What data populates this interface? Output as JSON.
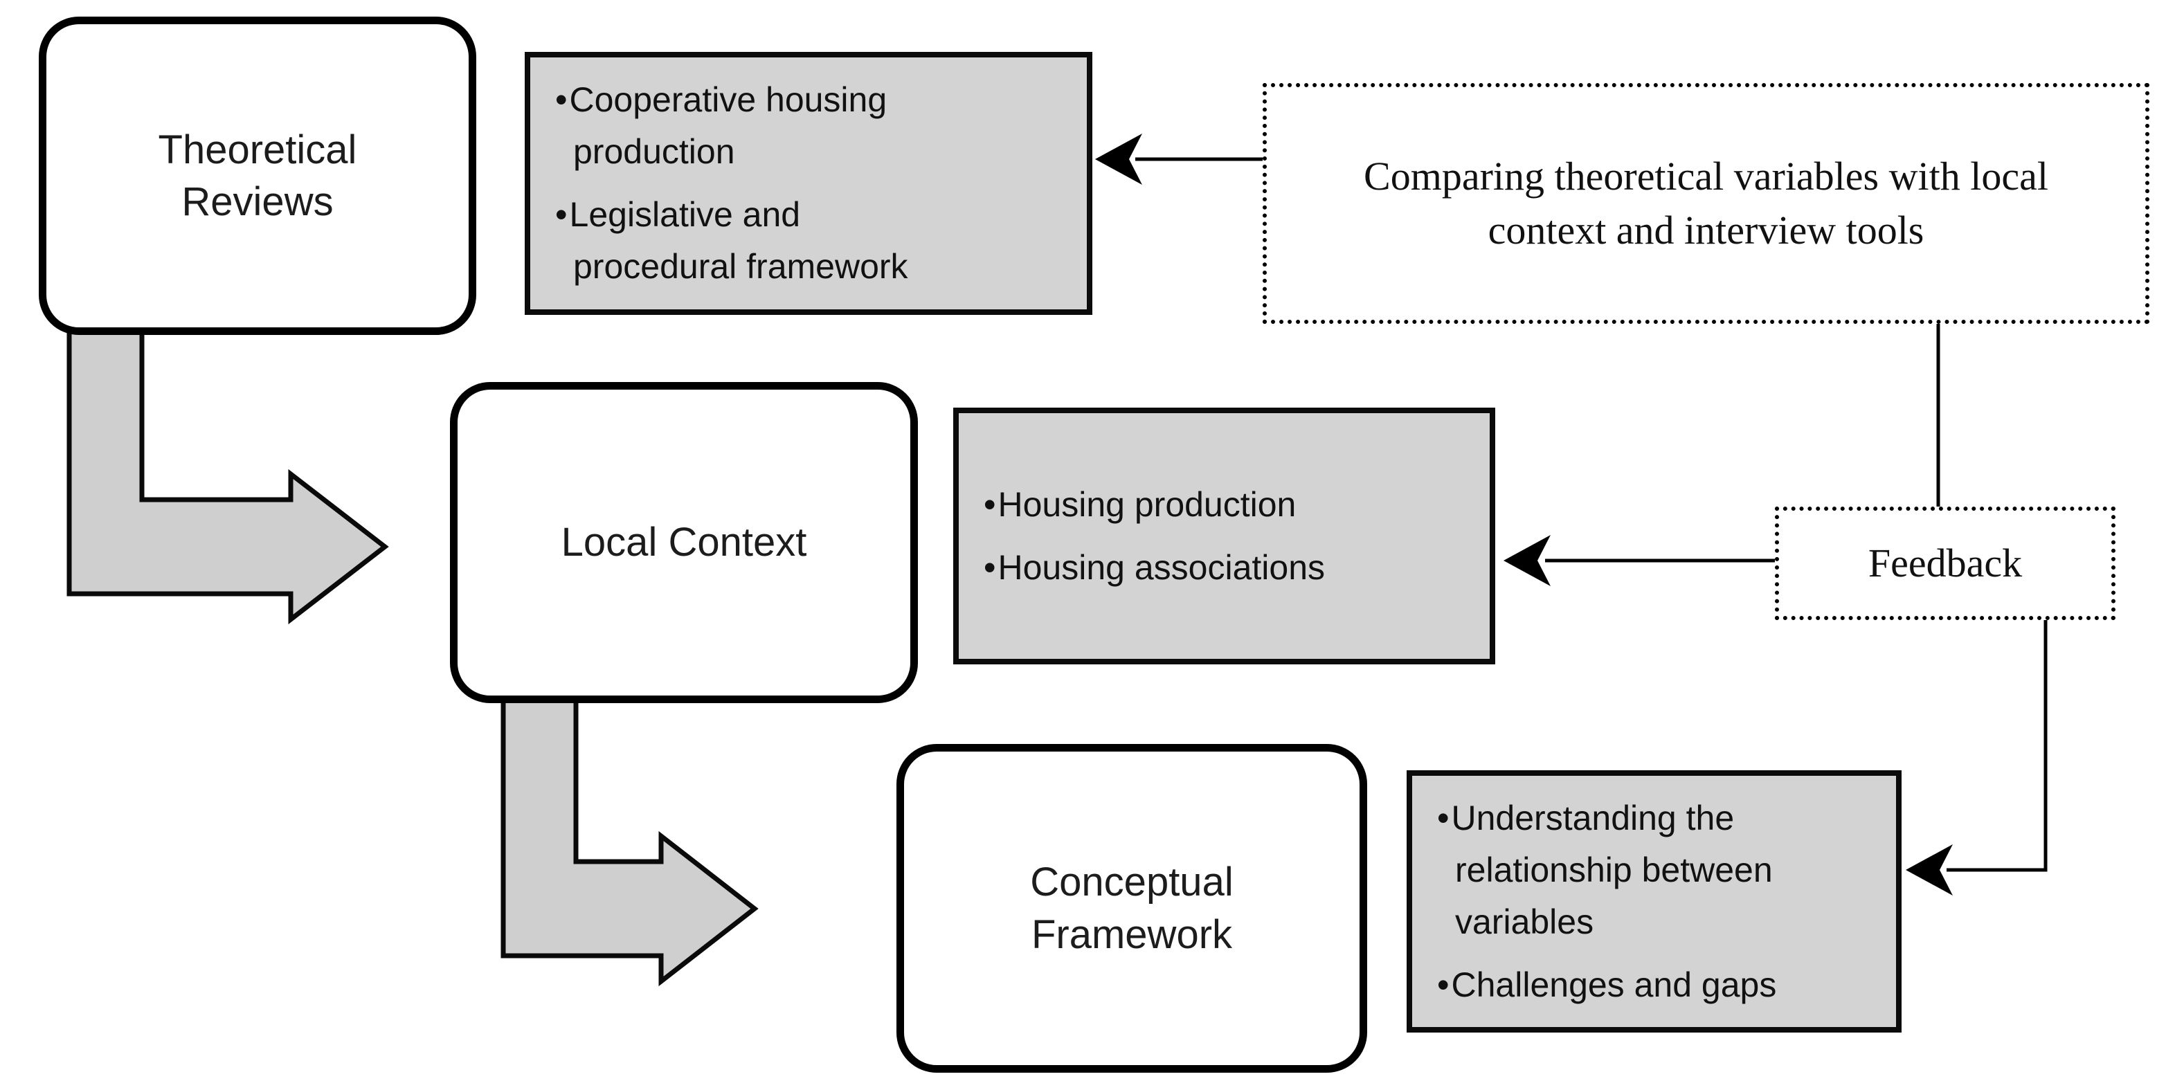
{
  "colors": {
    "gray_fill": "#d3d3d3",
    "arrow_fill": "#cfcfcf",
    "line_color": "#000000",
    "background": "#ffffff"
  },
  "nodes": {
    "theoretical_reviews": {
      "label": "Theoretical Reviews"
    },
    "local_context": {
      "label": "Local Context"
    },
    "conceptual_framework": {
      "label": "Conceptual Framework"
    },
    "comparing": {
      "label": "Comparing theoretical variables with local context and interview tools"
    },
    "feedback": {
      "label": "Feedback"
    },
    "theoretical_outputs": {
      "items": [
        "Cooperative housing production",
        "Legislative and procedural framework"
      ]
    },
    "local_outputs": {
      "items": [
        "Housing production",
        "Housing associations"
      ]
    },
    "conceptual_outputs": {
      "items": [
        "Understanding the relationship between variables",
        "Challenges and gaps"
      ]
    }
  }
}
